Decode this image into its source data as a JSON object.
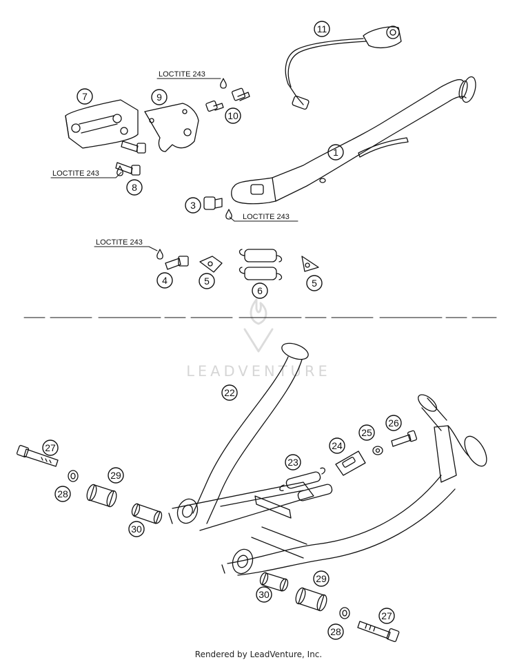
{
  "callouts": {
    "c1": "1",
    "c3": "3",
    "c4": "4",
    "c5a": "5",
    "c5b": "5",
    "c6": "6",
    "c7": "7",
    "c8": "8",
    "c9": "9",
    "c10": "10",
    "c11": "11",
    "c22": "22",
    "c23": "23",
    "c24": "24",
    "c25": "25",
    "c26": "26",
    "c27a": "27",
    "c27b": "27",
    "c28a": "28",
    "c28b": "28",
    "c29a": "29",
    "c29b": "29",
    "c30a": "30",
    "c30b": "30"
  },
  "notes": {
    "loctite_a": "LOCTITE 243",
    "loctite_b": "LOCTITE 243",
    "loctite_c": "LOCTITE 243",
    "loctite_d": "LOCTITE 243"
  },
  "watermark": "LEADVENTURE",
  "footer": "Rendered by LeadVenture, Inc."
}
